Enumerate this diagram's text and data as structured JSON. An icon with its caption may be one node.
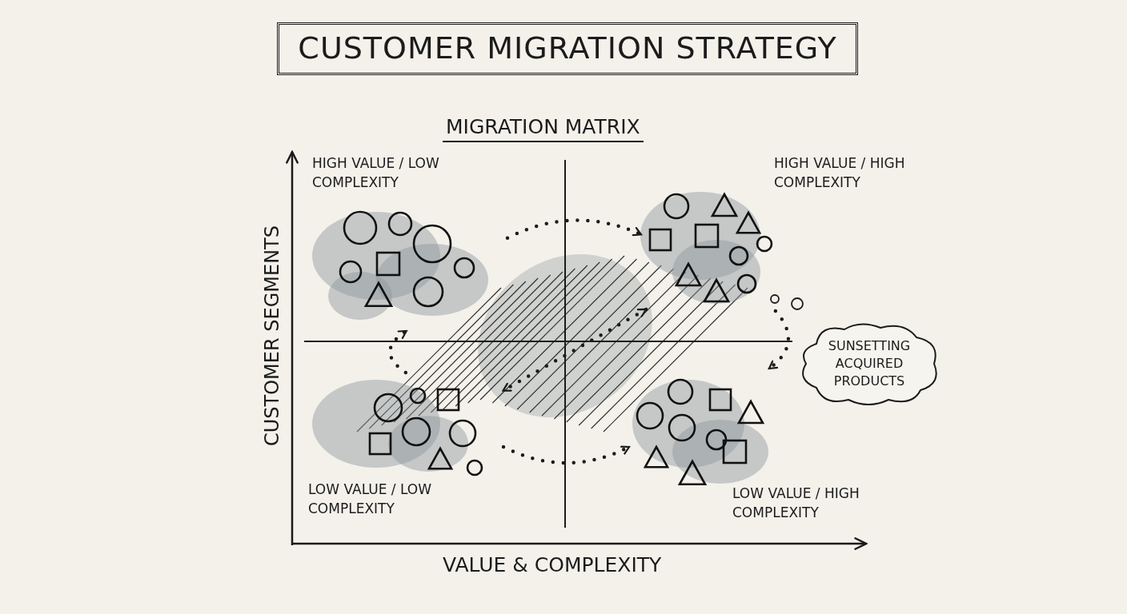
{
  "diagram": {
    "title": "CUSTOMER MIGRATION STRATEGY",
    "nodes": [
      {
        "text": [
          "HIGH VALUE / LOW COMPLEXITY"
        ]
      },
      {
        "text": [
          "HIGH VALUE / HIGH COMPLEXITY"
        ]
      },
      {
        "text": [
          "LOW VALUE / LOW COMPLEXITY"
        ]
      },
      {
        "text": [
          "LOW VALUE / HIGH COMPLEXITY"
        ]
      },
      {
        "text": [
          "SUNSETTING ACQUIRED PRODUCTS"
        ]
      }
    ],
    "edges": [
      {
        "from": 0,
        "to": 1,
        "arrow": "to"
      },
      {
        "from": 1,
        "to": 3,
        "arrow": "to"
      },
      {
        "from": 2,
        "to": 0,
        "arrow": "to"
      },
      {
        "from": 2,
        "to": 3,
        "arrow": "to"
      },
      {
        "from": 1,
        "to": 2,
        "arrow": "both"
      }
    ],
    "labels": [
      "MIGRATION MATRIX",
      "CUSTOMER SEGMENTS",
      "VALUE & COMPLEXITY"
    ]
  }
}
